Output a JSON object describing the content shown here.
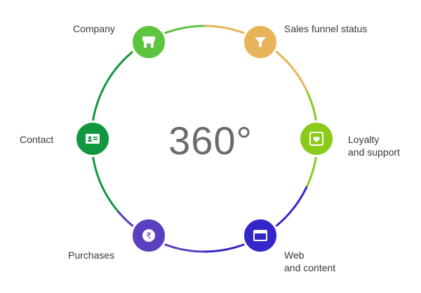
{
  "center": {
    "text": "360°"
  },
  "colors": {
    "company": "#5DC43F",
    "sales": "#E8B45A",
    "loyalty": "#8ACB1A",
    "web": "#3327C9",
    "purchases": "#5A3FBE",
    "contact": "#119740"
  },
  "nodes": [
    {
      "id": "company",
      "label": "Company",
      "icon": "storefront-icon"
    },
    {
      "id": "sales",
      "label": "Sales funnel status",
      "icon": "funnel-icon"
    },
    {
      "id": "loyalty",
      "label": "Loyalty\nand support",
      "icon": "heart-frame-icon"
    },
    {
      "id": "web",
      "label": "Web\nand content",
      "icon": "browser-window-icon"
    },
    {
      "id": "purchases",
      "label": "Purchases",
      "icon": "rupee-coin-icon"
    },
    {
      "id": "contact",
      "label": "Contact",
      "icon": "id-card-icon"
    }
  ]
}
